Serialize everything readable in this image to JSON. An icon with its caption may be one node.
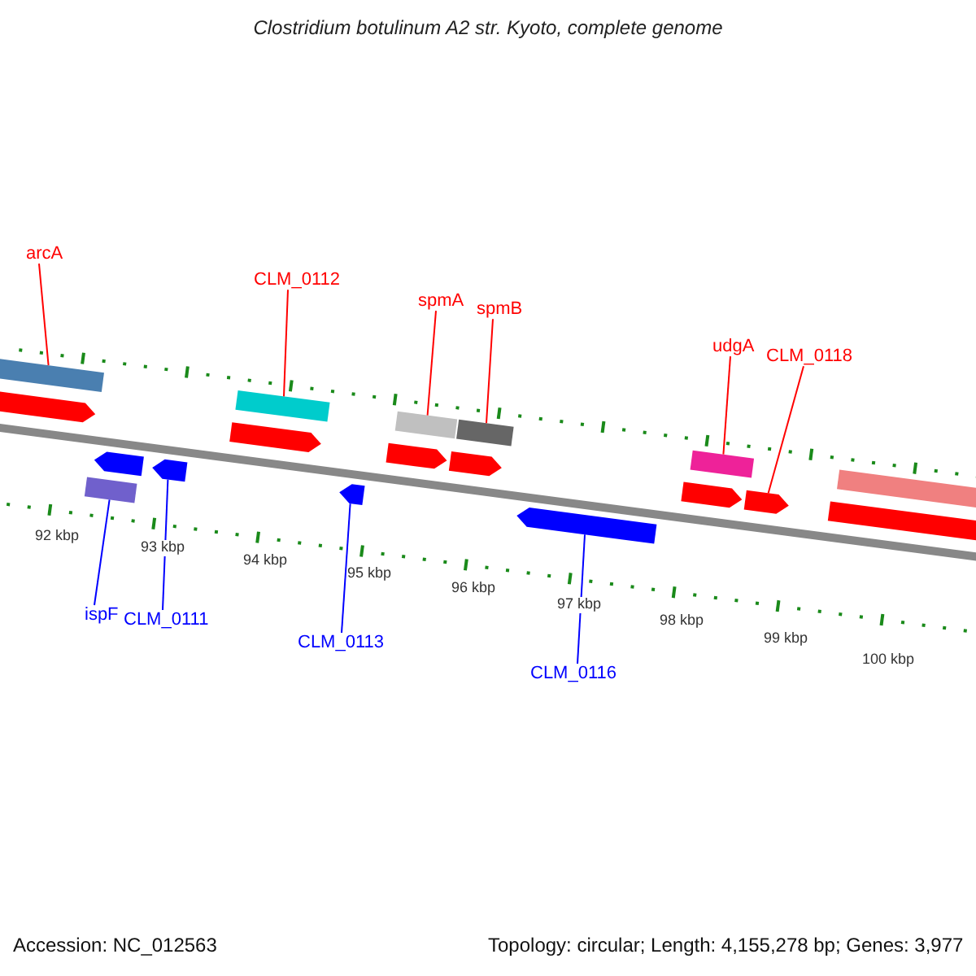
{
  "diagram": {
    "title": "Clostridium botulinum A2 str. Kyoto, complete genome",
    "nodes": [
      {
        "text": [
          "arcA"
        ]
      },
      {
        "text": [
          "CLM_0112"
        ]
      },
      {
        "text": [
          "spmA"
        ]
      },
      {
        "text": [
          "spmB"
        ]
      },
      {
        "text": [
          "udgA"
        ]
      },
      {
        "text": [
          "CLM_0118"
        ]
      },
      {
        "text": [],
        "shape": "bar"
      },
      {
        "text": [],
        "shape": "pentagon"
      },
      {
        "text": [],
        "shape": "pentagon"
      },
      {
        "text": [],
        "shape": "bar"
      },
      {
        "text": [],
        "shape": "pentagon"
      },
      {
        "text": [],
        "shape": "bar"
      },
      {
        "text": [],
        "shape": "pentagon"
      },
      {
        "text": [],
        "shape": "pentagon"
      },
      {
        "text": [],
        "shape": "bar"
      },
      {
        "text": [],
        "shape": "pentagon"
      },
      {
        "text": [],
        "shape": "bar"
      },
      {
        "text": [],
        "shape": "pentagon"
      },
      {
        "text": [],
        "shape": "pentagon"
      },
      {
        "text": [],
        "shape": "bar"
      },
      {
        "text": [],
        "shape": "pentagon"
      },
      {
        "text": [],
        "shape": "pentagon"
      },
      {
        "text": [],
        "shape": "bar"
      },
      {
        "text": [],
        "shape": "pentagon"
      },
      {
        "text": [
          "ispF"
        ]
      },
      {
        "text": [
          "CLM_0111"
        ]
      },
      {
        "text": [
          "CLM_0113"
        ]
      },
      {
        "text": [
          "CLM_0116"
        ]
      }
    ],
    "edges": [
      {
        "from": 0,
        "to": 6,
        "arrow": "none"
      },
      {
        "from": 1,
        "to": 11,
        "arrow": "none"
      },
      {
        "from": 2,
        "to": 14,
        "arrow": "none"
      },
      {
        "from": 3,
        "to": 16,
        "arrow": "none"
      },
      {
        "from": 4,
        "to": 19,
        "arrow": "none"
      },
      {
        "from": 5,
        "to": 21,
        "arrow": "none"
      },
      {
        "from": 24,
        "to": 9,
        "arrow": "none",
        "color": "#0000ff"
      },
      {
        "from": 25,
        "to": 10,
        "arrow": "none",
        "color": "#0000ff"
      },
      {
        "from": 26,
        "to": 13,
        "arrow": "none",
        "color": "#0000ff"
      },
      {
        "from": 27,
        "to": 18,
        "arrow": "none",
        "color": "#0000ff"
      }
    ],
    "labels": [
      "92 kbp",
      "93 kbp",
      "94 kbp",
      "95 kbp",
      "96 kbp",
      "97 kbp",
      "98 kbp",
      "99 kbp",
      "100 kbp",
      "Accession: NC_012563",
      "Topology: circular; Length: 4,155,278 bp; Genes: 3,977"
    ]
  }
}
